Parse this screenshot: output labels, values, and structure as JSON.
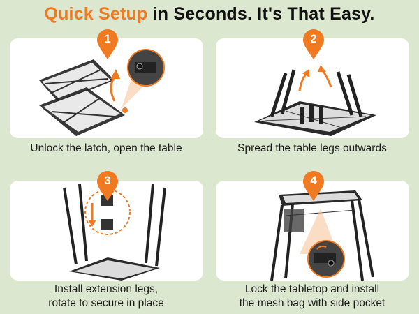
{
  "headline": {
    "accent": "Quick Setup",
    "rest": " in Seconds. It's That Easy."
  },
  "steps": [
    {
      "number": "1",
      "caption": "Unlock the latch, open the table"
    },
    {
      "number": "2",
      "caption": "Spread the table legs outwards"
    },
    {
      "number": "3",
      "caption_line1": "Install extension legs,",
      "caption_line2": "rotate to secure in place"
    },
    {
      "number": "4",
      "caption_line1": "Lock the tabletop and install",
      "caption_line2": "the mesh bag with side pocket"
    }
  ],
  "colors": {
    "background": "#dbe8cf",
    "accent": "#f07a22",
    "panel": "#ffffff"
  }
}
